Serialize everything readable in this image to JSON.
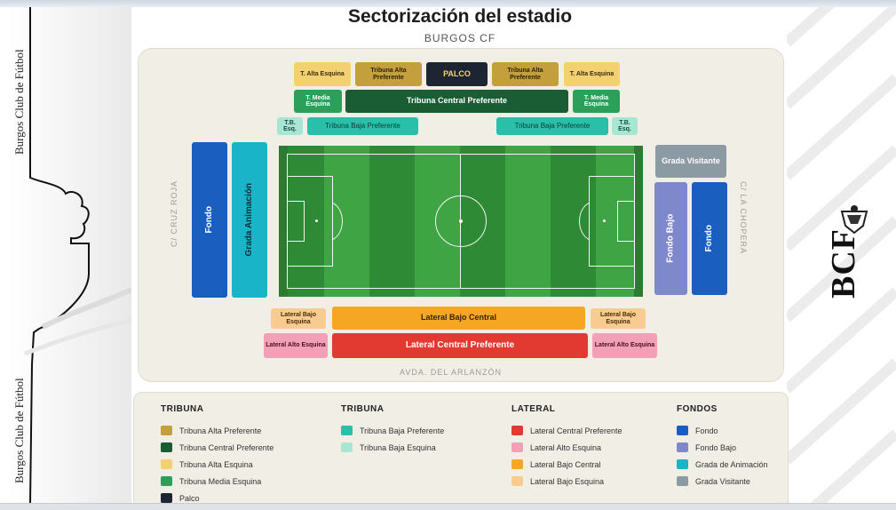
{
  "title": "Sectorización del estadio",
  "subtitle": "BURGOS CF",
  "branding": {
    "side_text": "Burgos Club de Fútbol",
    "logo_text": "BCF"
  },
  "streets": {
    "left": "C/ CRUZ ROJA",
    "right": "C/ LA CHOPERA",
    "bottom": "AVDA. DEL ARLANZÓN"
  },
  "sectors": {
    "t_alta_esquina_left": "T. Alta Esquina",
    "tribuna_alta_pref_left": "Tribuna Alta Preferente",
    "palco": "PALCO",
    "tribuna_alta_pref_right": "Tribuna Alta Preferente",
    "t_alta_esquina_right": "T. Alta Esquina",
    "t_media_esquina_left": "T. Media Esquina",
    "tribuna_central_pref": "Tribuna Central Preferente",
    "t_media_esquina_right": "T. Media Esquina",
    "tb_esq_left": "T.B. Esq.",
    "tribuna_baja_pref_left": "Tribuna Baja Preferente",
    "tribuna_baja_pref_right": "Tribuna Baja Preferente",
    "tb_esq_right": "T.B. Esq.",
    "fondo_left": "Fondo",
    "grada_animacion": "Grada Animación",
    "grada_visitante": "Grada Visitante",
    "fondo_bajo": "Fondo Bajo",
    "fondo_right": "Fondo",
    "lateral_bajo_esquina_left": "Lateral Bajo Esquina",
    "lateral_bajo_central": "Lateral Bajo Central",
    "lateral_bajo_esquina_right": "Lateral Bajo Esquina",
    "lateral_alto_esquina_left": "Lateral Alto Esquina",
    "lateral_central_pref": "Lateral Central Preferente",
    "lateral_alto_esquina_right": "Lateral Alto Esquina"
  },
  "legend": {
    "columns": [
      {
        "title": "TRIBUNA",
        "items": [
          {
            "label": "Tribuna Alta Preferente",
            "color": "#c4a03c"
          },
          {
            "label": "Tribuna Central Preferente",
            "color": "#1a5c34"
          },
          {
            "label": "Tribuna Alta Esquina",
            "color": "#f3d070"
          },
          {
            "label": "Tribuna Media Esquina",
            "color": "#2aa05a"
          },
          {
            "label": "Palco",
            "color": "#1e2532"
          }
        ]
      },
      {
        "title": "TRIBUNA",
        "items": [
          {
            "label": "Tribuna Baja Preferente",
            "color": "#28c0a8"
          },
          {
            "label": "Tribuna Baja Esquina",
            "color": "#a8e6d4"
          }
        ]
      },
      {
        "title": "LATERAL",
        "items": [
          {
            "label": "Lateral Central Preferente",
            "color": "#e23a30"
          },
          {
            "label": "Lateral Alto Esquina",
            "color": "#f2a0b8"
          },
          {
            "label": "Lateral Bajo Central",
            "color": "#f5a623"
          },
          {
            "label": "Lateral Bajo Esquina",
            "color": "#f8cc90"
          }
        ]
      },
      {
        "title": "FONDOS",
        "items": [
          {
            "label": "Fondo",
            "color": "#1a5ec0"
          },
          {
            "label": "Fondo Bajo",
            "color": "#8088cc"
          },
          {
            "label": "Grada de Animación",
            "color": "#1ab4c8"
          },
          {
            "label": "Grada Visitante",
            "color": "#8c9aa4"
          }
        ]
      }
    ]
  }
}
